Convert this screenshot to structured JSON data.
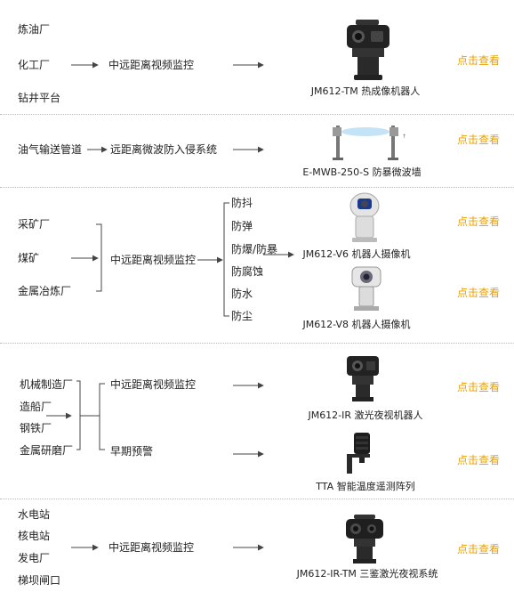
{
  "s1": {
    "sources": [
      "炼油厂",
      "化工厂",
      "钻井平台"
    ],
    "method": "中远距离视频监控",
    "product": "JM612-TM 热成像机器人",
    "link": "点击查看"
  },
  "s2": {
    "source": "油气输送管道",
    "method": "远距离微波防入侵系统",
    "product": "E-MWB-250-S 防暴微波墙",
    "link": "点击查看"
  },
  "s3": {
    "sources": [
      "采矿厂",
      "煤矿",
      "金属冶炼厂"
    ],
    "method": "中远距离视频监控",
    "features": [
      "防抖",
      "防弹",
      "防爆/防暴",
      "防腐蚀",
      "防水",
      "防尘"
    ],
    "product1": "JM612-V6 机器人摄像机",
    "product2": "JM612-V8 机器人摄像机",
    "link1": "点击查看",
    "link2": "点击查看"
  },
  "s4": {
    "sources": [
      "机械制造厂",
      "造船厂",
      "钢铁厂",
      "金属研磨厂"
    ],
    "method1": "中远距离视频监控",
    "method2": "早期预警",
    "product1": "JM612-IR 激光夜视机器人",
    "product2": "TTA 智能温度遥测阵列",
    "link1": "点击查看",
    "link2": "点击查看"
  },
  "s5": {
    "sources": [
      "水电站",
      "核电站",
      "发电厂",
      "梯坝闸口"
    ],
    "method": "中远距离视频监控",
    "product": "JM612-IR-TM 三鉴激光夜视系统",
    "link": "点击查看"
  },
  "colors": {
    "link": "#e8a200",
    "line": "#444444",
    "divider": "#bbbbbb"
  }
}
